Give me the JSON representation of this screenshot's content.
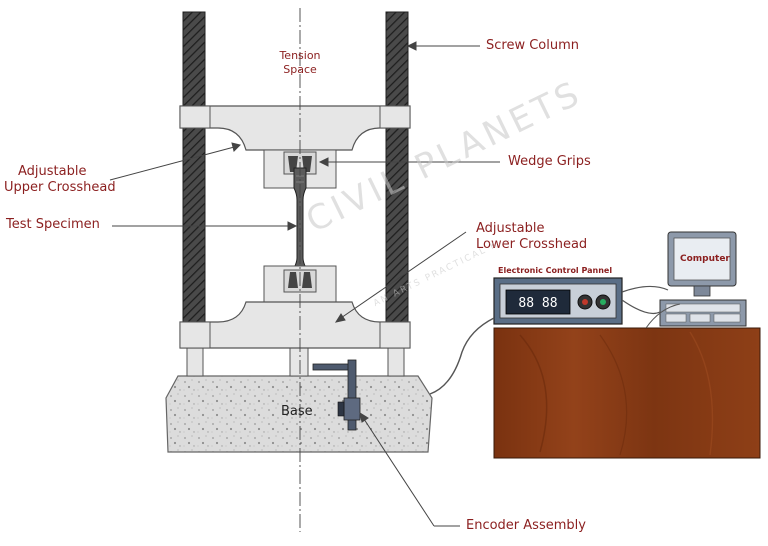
{
  "labels": {
    "tension_space": [
      "Tension",
      "Space"
    ],
    "screw_column": "Screw Column",
    "upper_crosshead": [
      "Adjustable",
      "Upper Crosshead"
    ],
    "wedge_grips": "Wedge Grips",
    "test_specimen": "Test Specimen",
    "lower_crosshead": [
      "Adjustable",
      "Lower Crosshead"
    ],
    "control_panel": "Electronic Control Pannel",
    "computer": "Computer",
    "base": "Base",
    "encoder": "Encoder Assembly"
  },
  "watermark": {
    "brand": "CIVIL PLANETS",
    "tagline": "AN ARTS PRACTICAL K..."
  },
  "display": {
    "digits": "88 88"
  },
  "colors": {
    "label": "#8b1f1f",
    "frame_fill": "#e6e6e6",
    "frame_stroke": "#555555",
    "column_dark": "#3a3a3a",
    "table_wood": "#8a3a12",
    "panel_blue": "#5a6e86",
    "knob_red": "#c0392b",
    "knob_green": "#27ae60"
  }
}
